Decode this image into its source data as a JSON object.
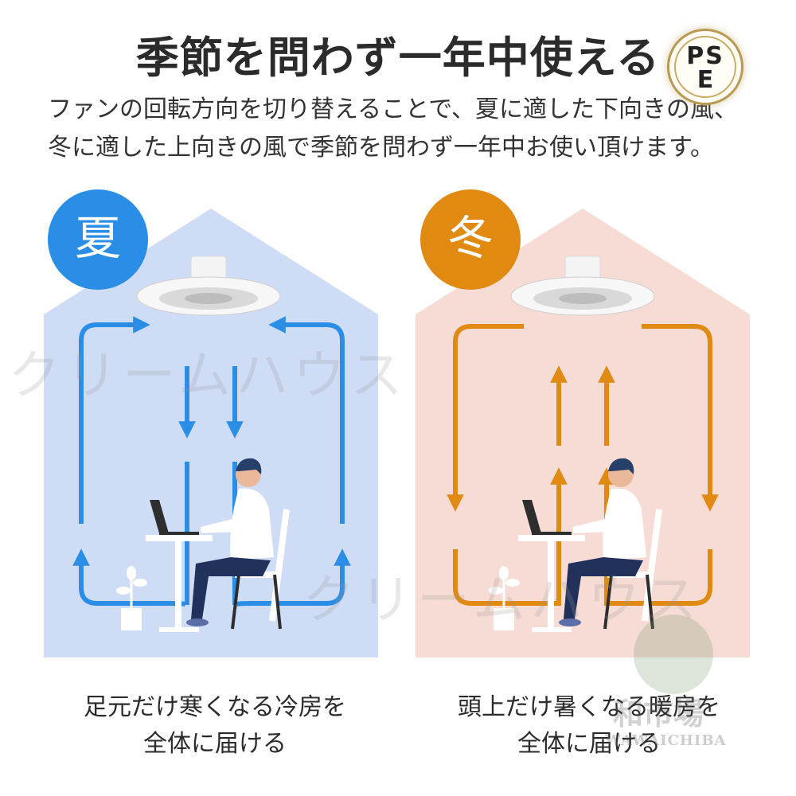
{
  "title": "季節を問わず一年中使える",
  "subtitle_line1": "ファンの回転方向を切り替えることで、夏に適した下向きの風、",
  "subtitle_line2": "冬に適した上向きの風で季節を問わず一年中お使い頂けます。",
  "pse_mark": {
    "line1": "PS",
    "line2": "E"
  },
  "summer": {
    "badge": "夏",
    "caption_line1": "足元だけ寒くなる冷房を",
    "caption_line2": "全体に届ける",
    "bg_color": "#cfdcf6",
    "accent_color": "#2b8ee6"
  },
  "winter": {
    "badge": "冬",
    "caption_line1": "頭上だけ暑くなる暖房を",
    "caption_line2": "全体に届ける",
    "bg_color": "#f6dcd4",
    "accent_color": "#e08a12"
  },
  "watermark": "クリームハウス",
  "shop": {
    "name": "和市場",
    "name_en": "WAWAICHIBA"
  },
  "icons": [
    "ceiling-fan-icon",
    "arrow-up-icon",
    "arrow-down-icon",
    "person-at-laptop-icon",
    "plant-icon",
    "chair-icon",
    "table-icon"
  ]
}
